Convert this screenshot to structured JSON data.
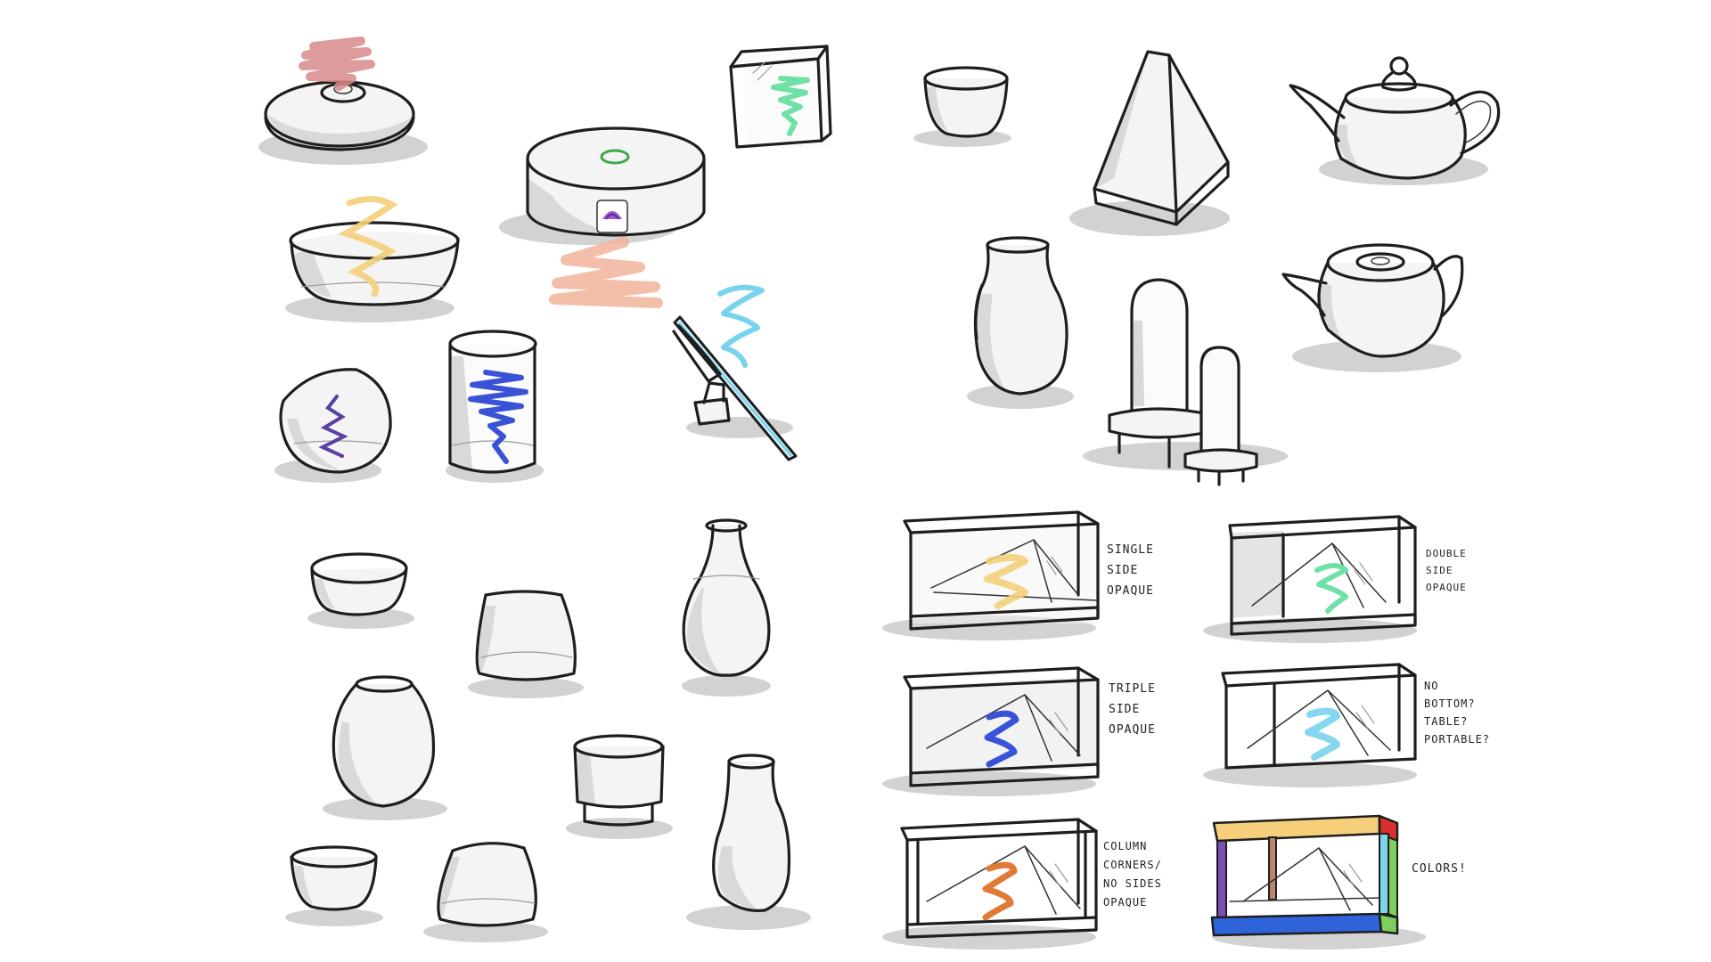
{
  "notes": {
    "single_side": "SINGLE\nSIDE\nOPAQUE",
    "double_side": "DOUBLE\nSIDE\nOPAQUE",
    "triple_side": "TRIPLE\nSIDE\nOPAQUE",
    "no_bottom": "NO\nBOTTOM?\nTABLE?\nPORTABLE?",
    "column_corners": "COLUMN\nCORNERS/\nNO SIDES\nOPAQUE",
    "colors": "COLORS!"
  },
  "palette": {
    "hologram_pink": "#d88a8a",
    "hologram_yellow": "#f3cf7a",
    "hologram_salmon": "#f2b49b",
    "hologram_green": "#6fe0a6",
    "hologram_cyan": "#78d3ee",
    "hologram_blue": "#3a52d6",
    "hologram_purple": "#5b3fa3",
    "hologram_orange": "#e07a35",
    "frame_yellow": "#f5cf7a",
    "frame_red": "#d9302f",
    "frame_purple": "#7e4fb4",
    "frame_cyan": "#7ed6ee",
    "frame_blue": "#2f63d8",
    "frame_green": "#7fcf5c"
  }
}
